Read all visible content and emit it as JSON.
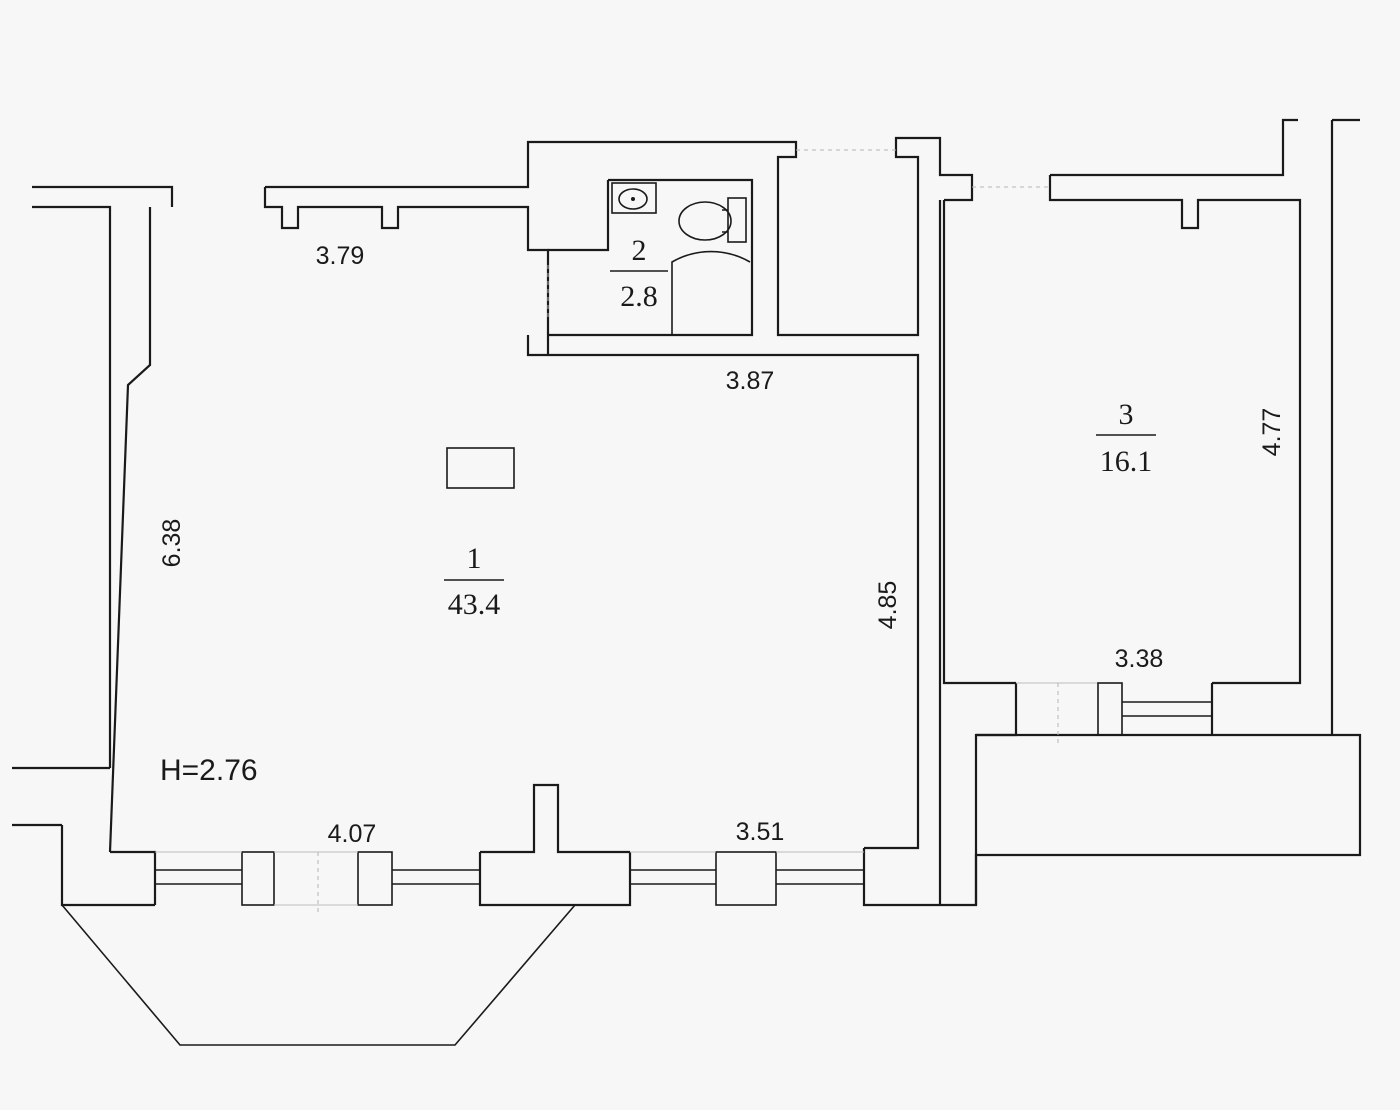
{
  "rooms": [
    {
      "number": "1",
      "area": "43.4"
    },
    {
      "number": "2",
      "area": "2.8"
    },
    {
      "number": "3",
      "area": "16.1"
    }
  ],
  "dimensions": {
    "room1_top_width": "3.79",
    "room1_right_upper_width": "3.87",
    "room1_left_height": "6.38",
    "room1_right_height": "4.85",
    "room1_bottom_left_width": "4.07",
    "room1_bottom_right_width": "3.51",
    "room3_height": "4.77",
    "room3_bottom_width": "3.38"
  },
  "ceiling_height": "H=2.76",
  "fixtures": [
    "sink-icon",
    "toilet-icon",
    "door-swing-icon"
  ],
  "colors": {
    "line": "#1a1a1a",
    "paper": "#f7f7f7"
  }
}
